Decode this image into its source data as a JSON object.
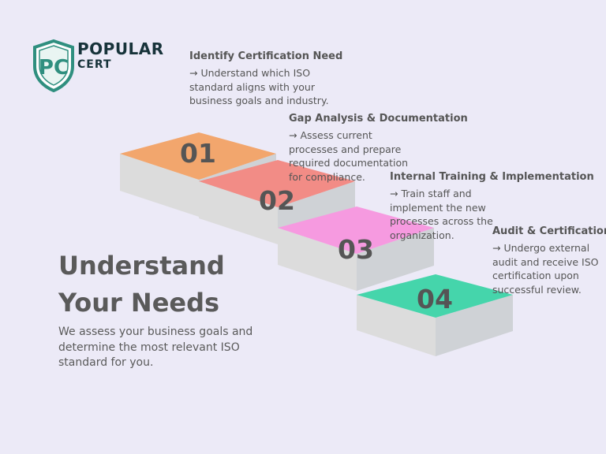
{
  "brand": {
    "line1": "POPULAR",
    "line2": "CERT",
    "logo_letters": "PC",
    "colors": {
      "shield": "#2f8f7f",
      "text": "#17333a"
    }
  },
  "steps": [
    {
      "number": "01",
      "title": "Identify Certification Need",
      "description": "→ Understand which ISO standard aligns with your business goals and industry.",
      "color": "#f2a66d"
    },
    {
      "number": "02",
      "title": "Gap Analysis & Documentation",
      "description": "→ Assess current processes and prepare required documentation for compliance.",
      "color": "#f28c86"
    },
    {
      "number": "03",
      "title": "Internal Training & Implementation",
      "description": "→ Train staff and implement the new processes across the organization.",
      "color": "#f69ae0"
    },
    {
      "number": "04",
      "title": "Audit & Certification",
      "description": "→ Undergo external audit and receive ISO certification upon successful review.",
      "color": "#45d5ab"
    }
  ],
  "heading": {
    "line1": "Understand",
    "line2": "Your Needs"
  },
  "subtext": "We assess your business goals and determine the most relevant ISO standard for you.",
  "colors": {
    "background": "#eceaf7",
    "block_front": "#dcdcdc",
    "block_side": "#cfd2d6",
    "text": "#555555"
  }
}
